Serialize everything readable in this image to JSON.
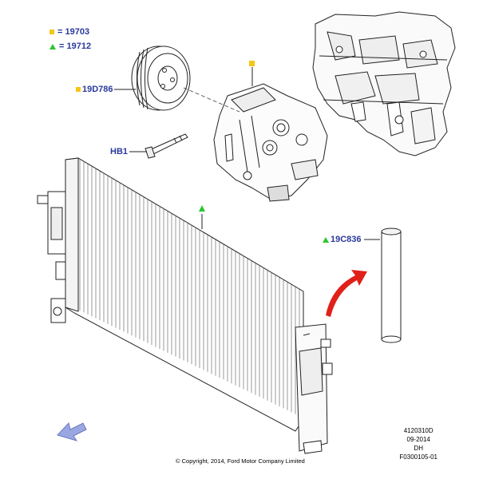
{
  "legend": [
    {
      "marker": "square",
      "marker_color": "#f5c518",
      "text": "= 19703"
    },
    {
      "marker": "triangle",
      "marker_color": "#2ec42e",
      "text": "= 19712"
    }
  ],
  "callouts": {
    "pulley": "19D786",
    "bolt": "HB1",
    "drier": "19C836"
  },
  "reference": {
    "line1": "4120310D",
    "line2": "09-2014",
    "line3": "DH",
    "line4": "F0300105-01"
  },
  "copyright": "© Copyright, 2014, Ford Motor Company Limited",
  "colors": {
    "label_blue": "#2a3a9c",
    "marker_yellow": "#f5c518",
    "marker_green": "#2ec42e",
    "arrow_red": "#e0201a",
    "direction_arrow": "#9aa7e0"
  }
}
